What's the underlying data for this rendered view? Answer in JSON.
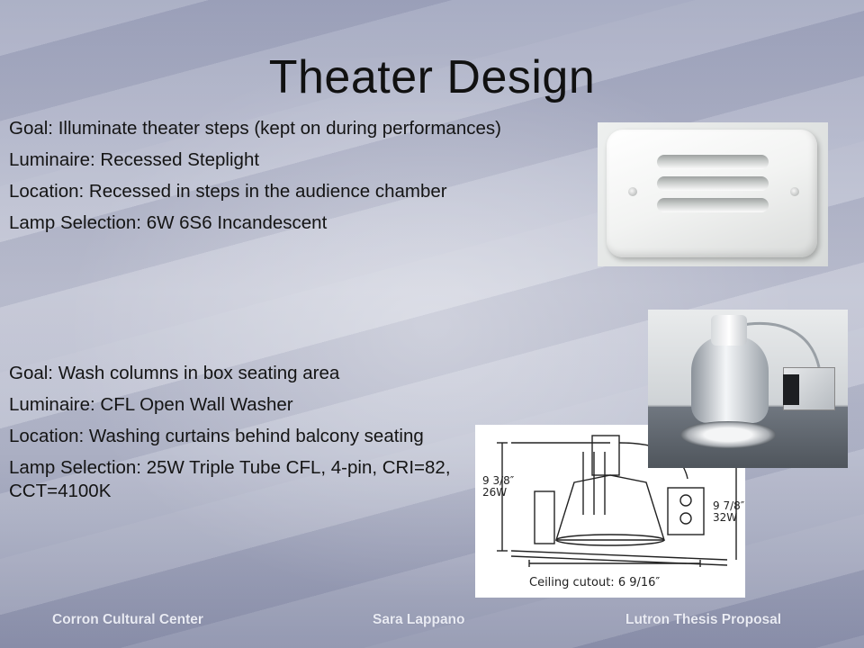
{
  "slide": {
    "title": "Theater Design",
    "section1": {
      "goal": "Goal:  Illuminate theater steps (kept on during performances)",
      "luminaire": "Luminaire:  Recessed Steplight",
      "location": "Location:  Recessed in steps in the audience chamber",
      "lamp": "Lamp Selection:  6W 6S6 Incandescent"
    },
    "section2": {
      "goal": "Goal:  Wash columns in box seating area",
      "luminaire": "Luminaire:  CFL Open Wall Washer",
      "location": "Location:  Washing curtains behind balcony seating",
      "lamp": "Lamp Selection:  25W Triple Tube CFL, 4-pin, CRI=82, CCT=4100K"
    },
    "drawing": {
      "dim_left_1": "9 3/8″",
      "dim_left_2": "26W",
      "dim_right_1": "9 7/8″",
      "dim_right_2": "32W",
      "cutout": "Ceiling cutout: 6 9/16″"
    },
    "footer": {
      "left": "Corron Cultural Center",
      "center": "Sara Lappano",
      "right": "Lutron Thesis Proposal"
    }
  }
}
